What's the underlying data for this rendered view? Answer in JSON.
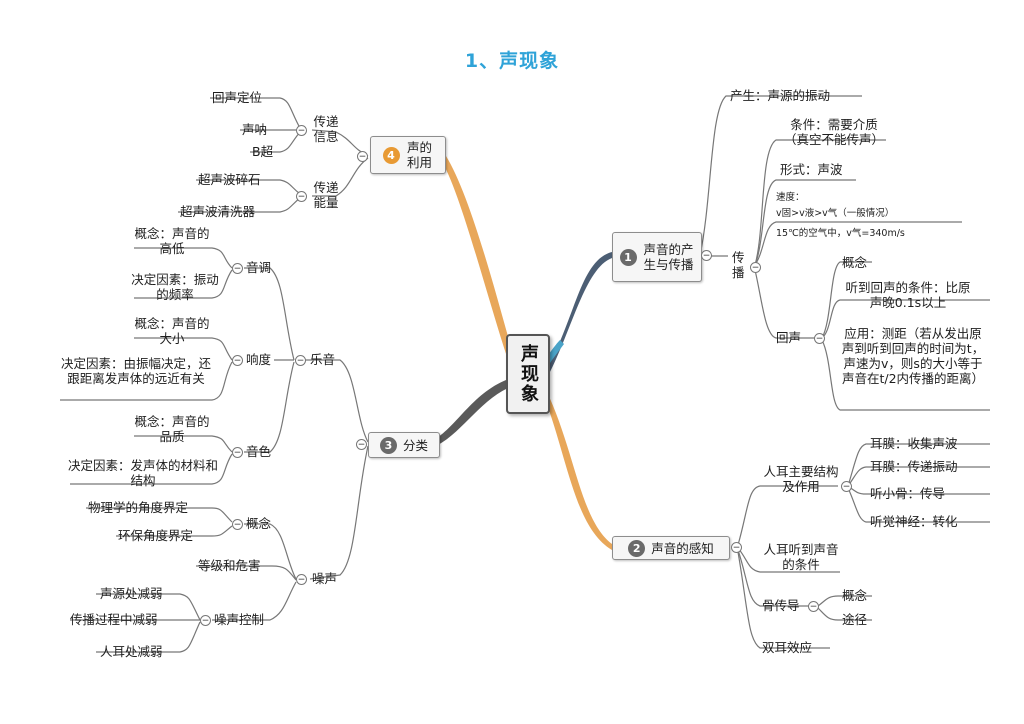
{
  "title": "1、声现象",
  "center": "声现象",
  "b1": {
    "num": "1",
    "label": "声音的产生与传播",
    "produce": "产生：声源的振动",
    "propagate": "传播",
    "condition": "条件：需要介质（真空不能传声）",
    "form": "形式：声波",
    "speed": "速度：",
    "speed_rel": "v固>v液>v气（一般情况）",
    "speed_air": "15℃的空气中，v气=340m/s",
    "echo": "回声",
    "echo_concept": "概念",
    "echo_condition": "听到回声的条件：比原声晚0.1s以上",
    "echo_app": "应用：测距（若从发出原声到听到回声的时间为t，声速为v，则s的大小等于声音在t/2内传播的距离）"
  },
  "b2": {
    "num": "2",
    "label": "声音的感知",
    "structure": "人耳主要结构及作用",
    "tympanic": "耳膜：收集声波",
    "eardrum": "耳膜：传递振动",
    "ossicle": "听小骨：传导",
    "nerve": "听觉神经：转化",
    "hearing": "人耳听到声音的条件",
    "bone": "骨传导",
    "bone_concept": "概念",
    "bone_path": "途径",
    "binaural": "双耳效应"
  },
  "b3": {
    "num": "3",
    "label": "分类",
    "music": "乐音",
    "pitch": "音调",
    "pitch_concept": "概念：声音的高低",
    "pitch_factor": "决定因素：振动的频率",
    "loud": "响度",
    "loud_concept": "概念：声音的大小",
    "loud_factor": "决定因素：由振幅决定，还跟距离发声体的远近有关",
    "timbre": "音色",
    "timbre_concept": "概念：声音的品质",
    "timbre_factor": "决定因素：发声体的材料和结构",
    "noise": "噪声",
    "noise_concept": "概念",
    "noise_phys": "物理学的角度界定",
    "noise_env": "环保角度界定",
    "noise_level": "等级和危害",
    "noise_ctrl": "噪声控制",
    "ctrl_source": "声源处减弱",
    "ctrl_path": "传播过程中减弱",
    "ctrl_ear": "人耳处减弱"
  },
  "b4": {
    "num": "4",
    "label": "声的利用",
    "info": "传递信息",
    "echo_loc": "回声定位",
    "sonar": "声呐",
    "b_ultra": "B超",
    "energy": "传递能量",
    "lithotripsy": "超声波碎石",
    "cleaner": "超声波清洗器"
  }
}
